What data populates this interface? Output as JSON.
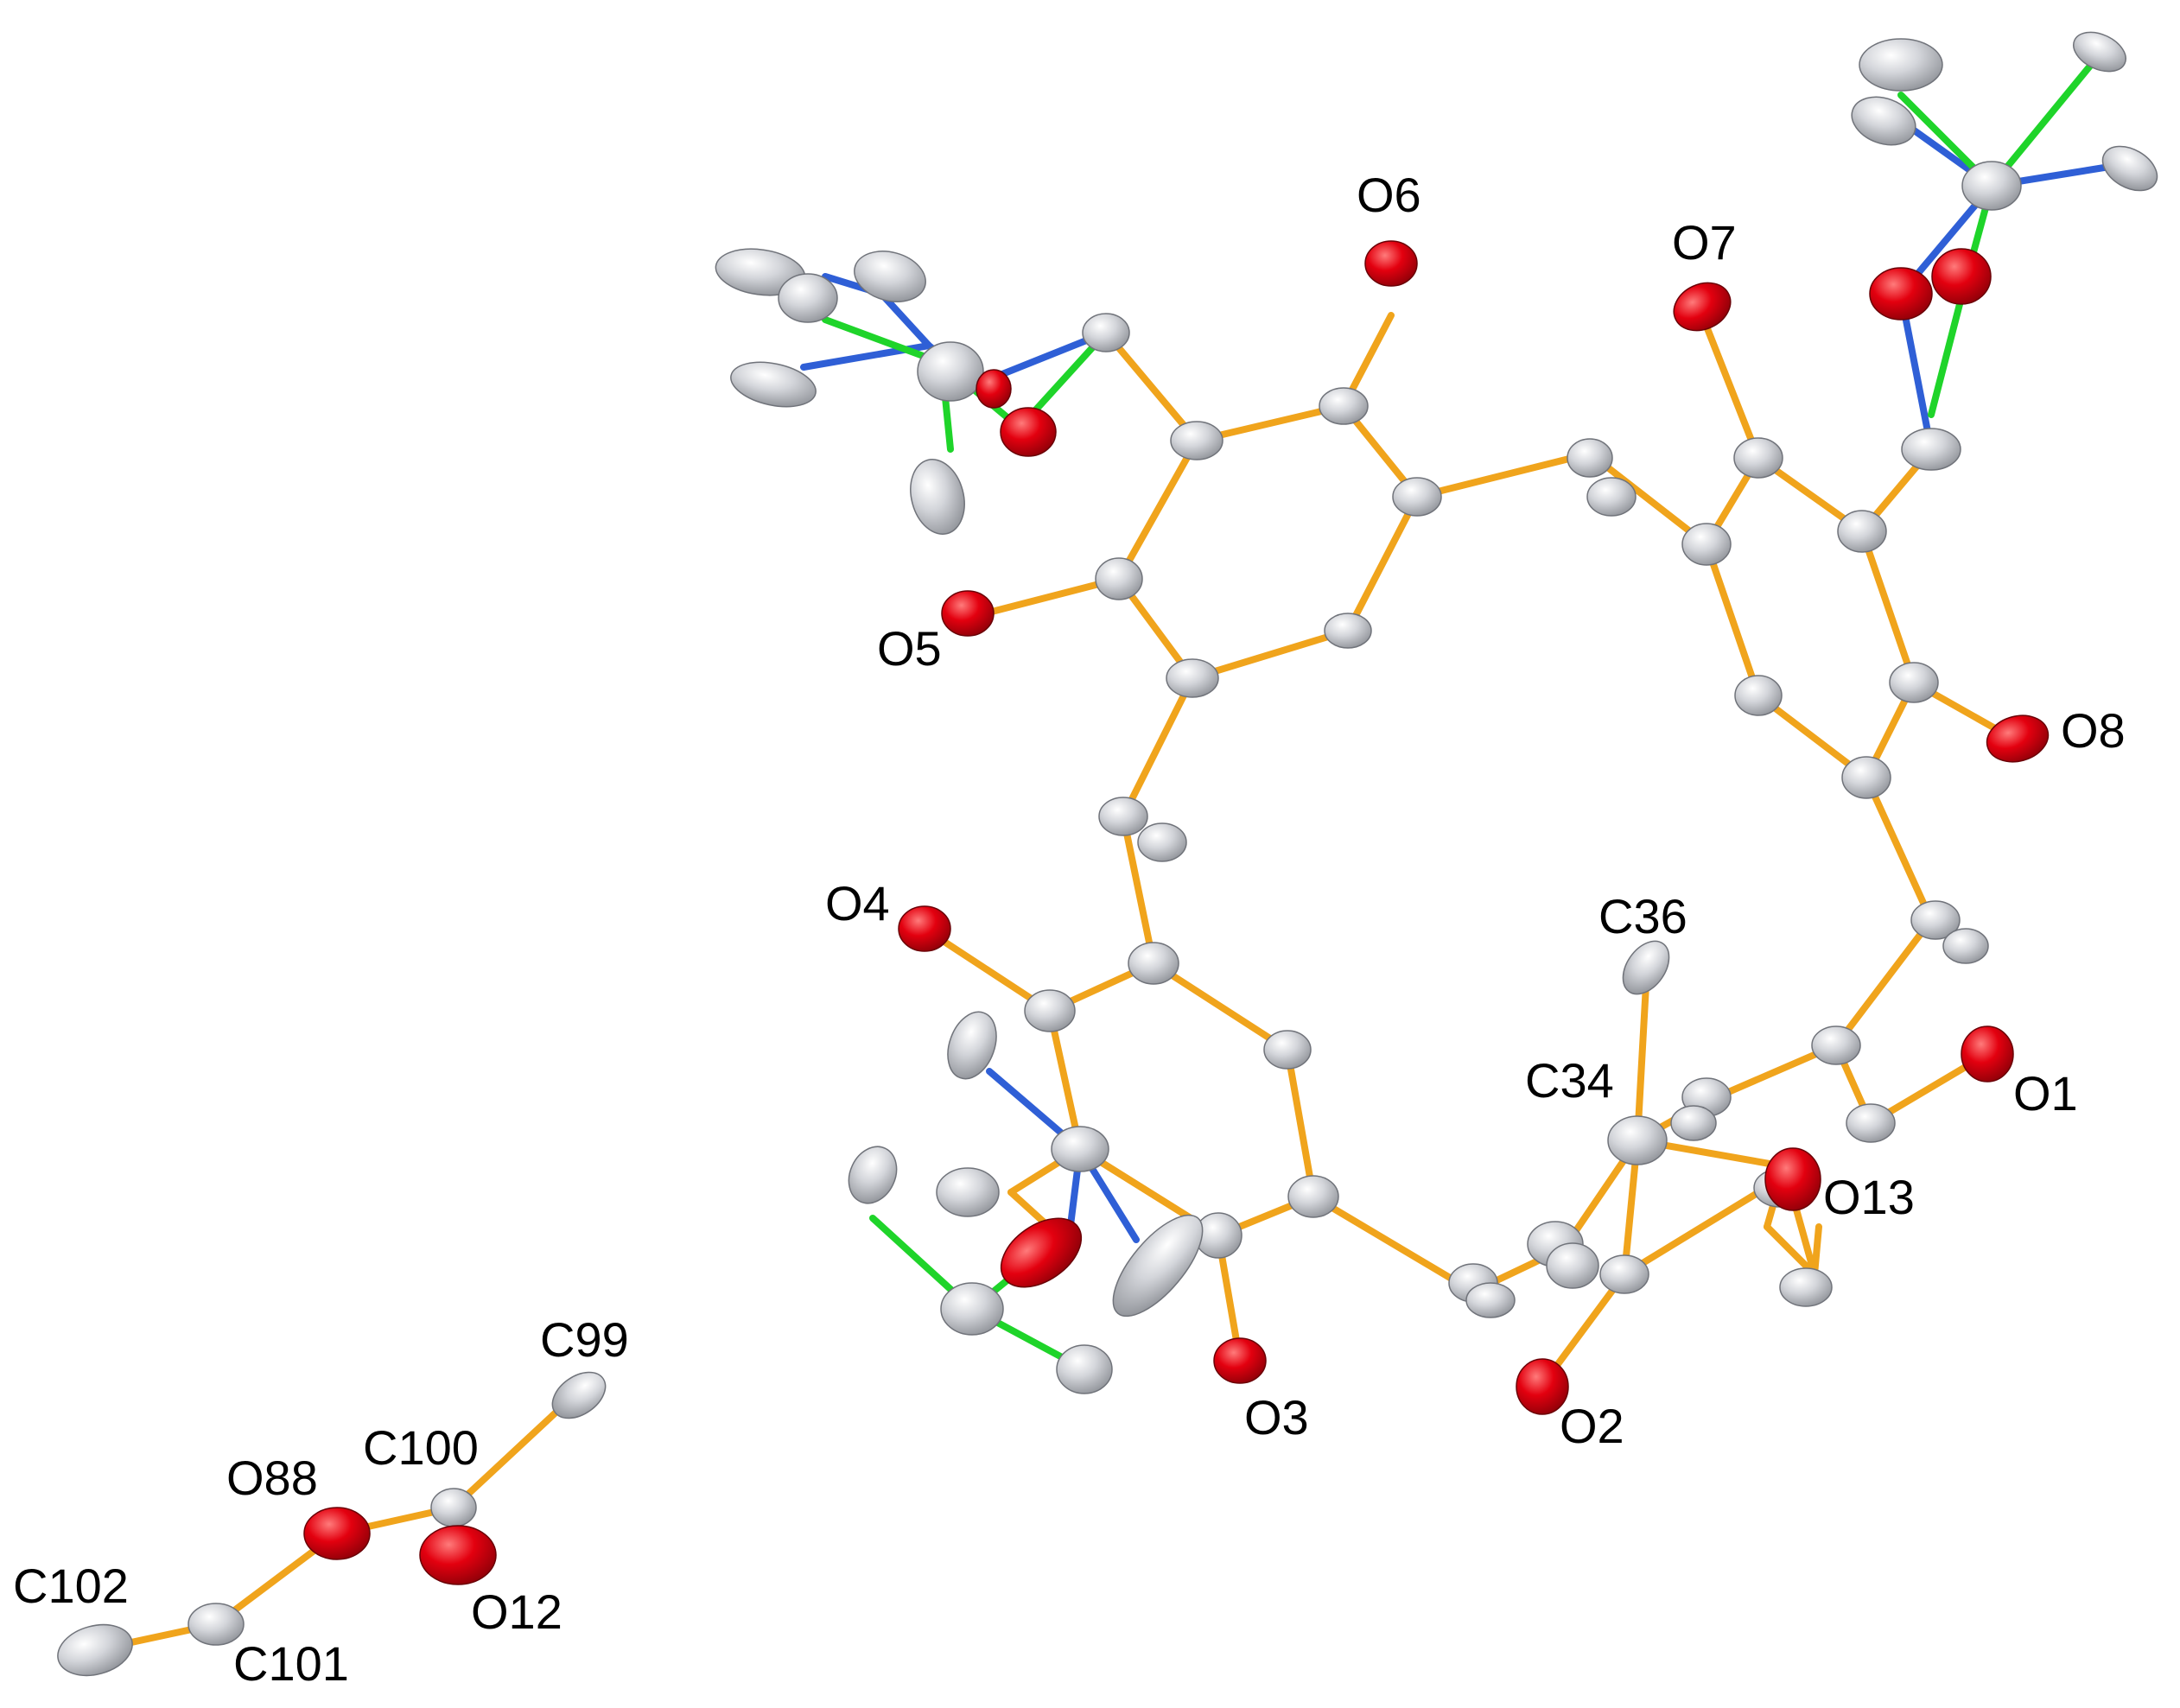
{
  "figure": {
    "labels": {
      "O1": "O1",
      "O2": "O2",
      "O3": "O3",
      "O4": "O4",
      "O5": "O5",
      "O6": "O6",
      "O7": "O7",
      "O8": "O8",
      "O12": "O12",
      "O13": "O13",
      "O88": "O88",
      "C34": "C34",
      "C36": "C36",
      "C99": "C99",
      "C100": "C100",
      "C101": "C101",
      "C102": "C102"
    },
    "colors": {
      "carbon": "#c7c9cf",
      "oxygen": "#e3000f",
      "bond_main": "#f0a41c",
      "bond_disorder_blue": "#2f5fd6",
      "bond_disorder_green": "#1fd42a",
      "label": "#000000"
    }
  }
}
